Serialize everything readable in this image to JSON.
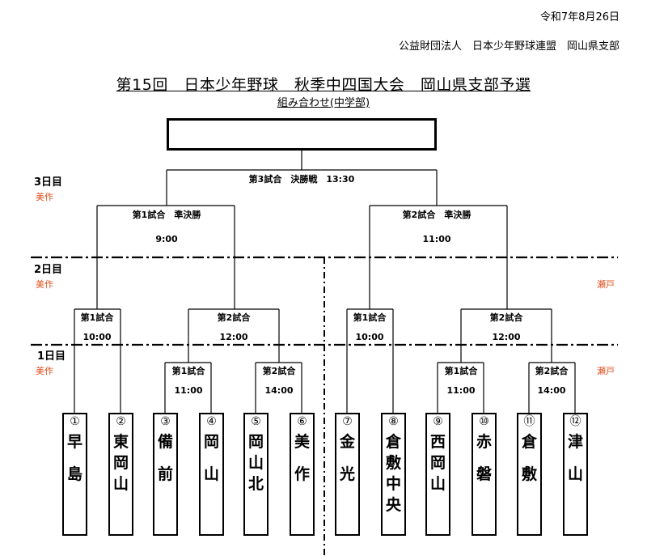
{
  "header": {
    "date": "令和7年8月26日",
    "organization": "公益財団法人　日本少年野球連盟　岡山県支部",
    "title": "第15回　日本少年野球　秋季中四国大会　岡山県支部予選",
    "subtitle": "組み合わせ(中学部)"
  },
  "days": [
    {
      "label": "3日目",
      "venue_left": "美作",
      "venue_right": ""
    },
    {
      "label": "2日目",
      "venue_left": "美作",
      "venue_right": "瀬戸"
    },
    {
      "label": "1日目",
      "venue_left": "美作",
      "venue_right": "瀬戸"
    }
  ],
  "games": {
    "final": {
      "name": "第3試合　決勝戦　13:30"
    },
    "semi1": {
      "name": "第1試合　準決勝",
      "time": "9:00"
    },
    "semi2": {
      "name": "第2試合　準決勝",
      "time": "11:00"
    },
    "d2_l1": {
      "name": "第1試合",
      "time": "10:00"
    },
    "d2_l2": {
      "name": "第2試合",
      "time": "12:00"
    },
    "d2_r1": {
      "name": "第1試合",
      "time": "10:00"
    },
    "d2_r2": {
      "name": "第2試合",
      "time": "12:00"
    },
    "d1_l1": {
      "name": "第1試合",
      "time": "11:00"
    },
    "d1_l2": {
      "name": "第2試合",
      "time": "14:00"
    },
    "d1_r1": {
      "name": "第1試合",
      "time": "11:00"
    },
    "d1_r2": {
      "name": "第2試合",
      "time": "14:00"
    }
  },
  "teams": [
    {
      "num": "①",
      "name": "早島"
    },
    {
      "num": "②",
      "name": "東岡山"
    },
    {
      "num": "③",
      "name": "備前"
    },
    {
      "num": "④",
      "name": "岡山"
    },
    {
      "num": "⑤",
      "name": "岡山北"
    },
    {
      "num": "⑥",
      "name": "美作"
    },
    {
      "num": "⑦",
      "name": "金光"
    },
    {
      "num": "⑧",
      "name": "倉敷中央"
    },
    {
      "num": "⑨",
      "name": "西岡山"
    },
    {
      "num": "⑩",
      "name": "赤磐"
    },
    {
      "num": "⑪",
      "name": "倉敷"
    },
    {
      "num": "⑫",
      "name": "津山"
    }
  ]
}
